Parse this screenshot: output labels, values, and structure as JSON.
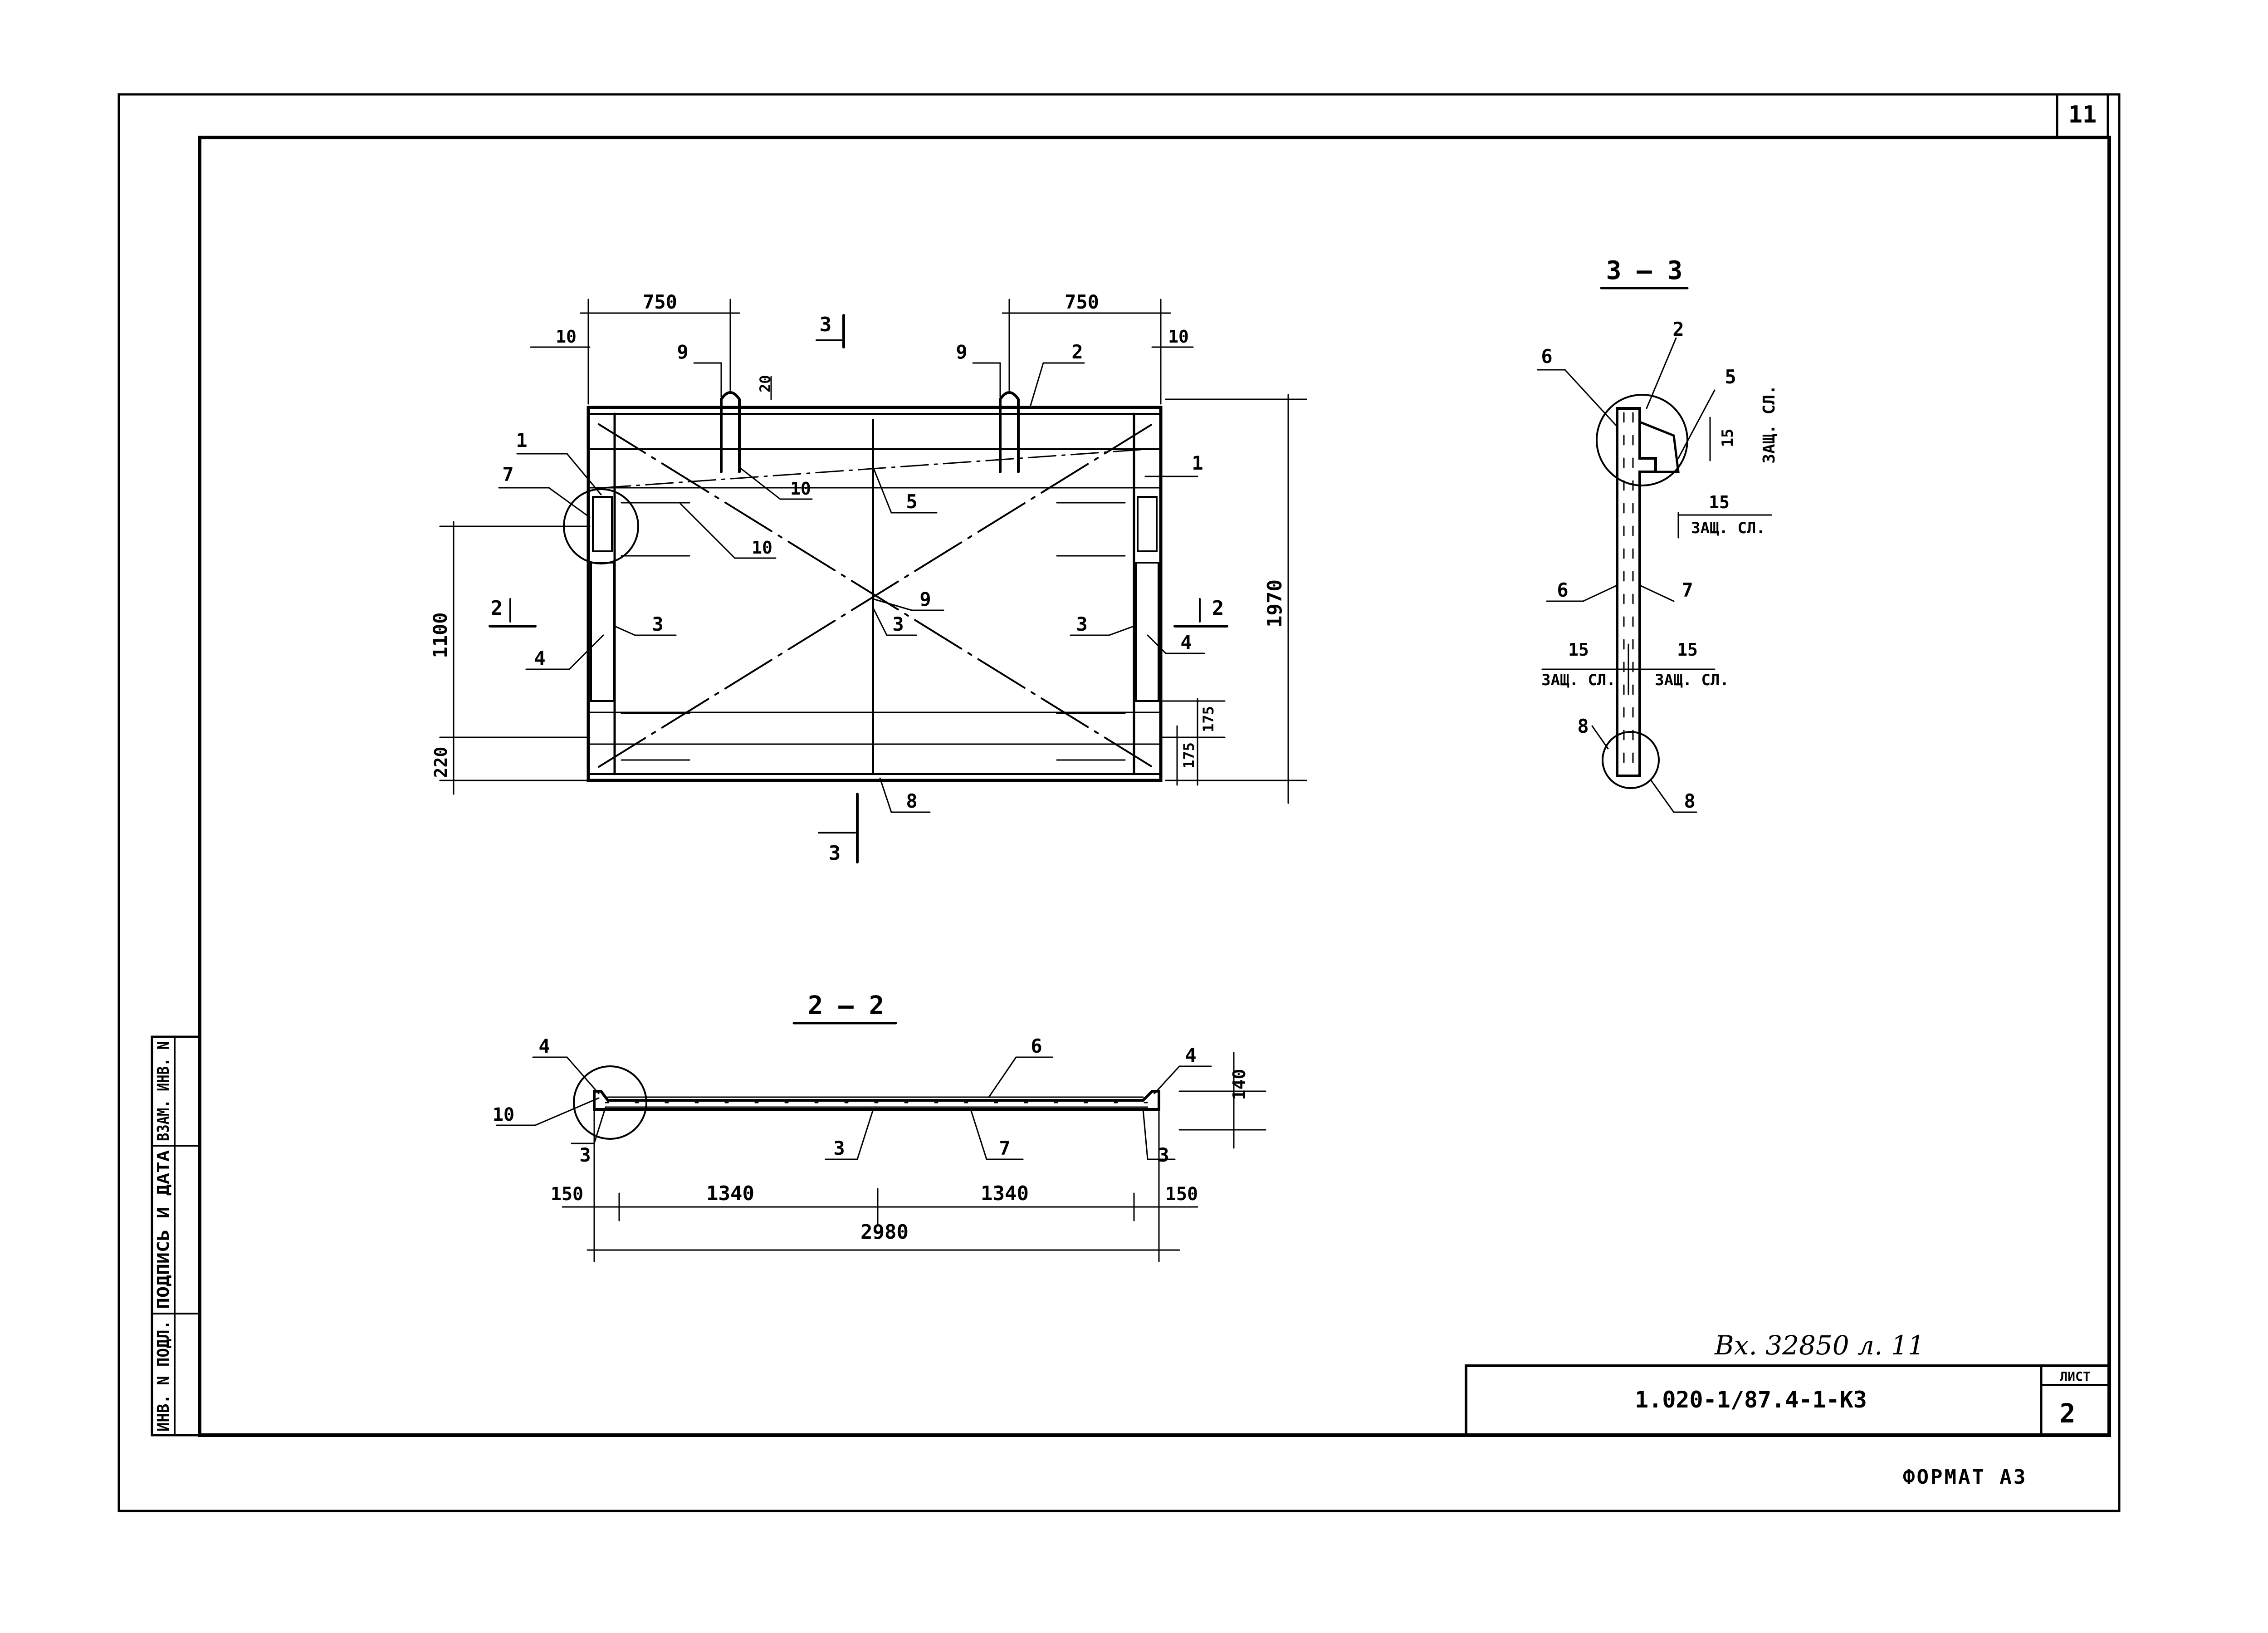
{
  "sheet": {
    "page_number": "11",
    "format_label": "ФОРМАТ А3",
    "handwritten_note": "Вх. 32850 л. 11",
    "title_block": {
      "document_code": "1.020-1/87.4-1-КЗ",
      "sheet_header": "ЛИСТ",
      "sheet_number": "2"
    },
    "side_stamp": [
      "ИНВ. N ПОДЛ.",
      "ПОДПИСЬ И ДАТА",
      "ВЗАМ. ИНВ. N"
    ]
  },
  "plan_view": {
    "dimensions": {
      "left_750": "750",
      "right_750": "750",
      "left_10": "10",
      "right_10": "10",
      "hook_20": "20",
      "height_1970": "1970",
      "height_1100": "1100",
      "bottom_220": "220",
      "right_175_a": "175",
      "right_175_b": "175"
    },
    "section_marks": {
      "top_3": "3",
      "bottom_3": "3",
      "left_2": "2",
      "right_2": "2"
    },
    "callouts": {
      "c1_left": "1",
      "c1_right": "1",
      "c7": "7",
      "c9_left": "9",
      "c9_right": "9",
      "c2": "2",
      "c10_top": "10",
      "c10_mid": "10",
      "c5": "5",
      "c9_center": "9",
      "c3_center": "3",
      "c3_left": "3",
      "c3_right": "3",
      "c4_left": "4",
      "c4_right": "4",
      "c8": "8"
    }
  },
  "section_2_2": {
    "title": "2 — 2",
    "dimensions": {
      "d150_left": "150",
      "d1340_left": "1340",
      "d1340_right": "1340",
      "d150_right": "150",
      "total_2980": "2980",
      "height_140": "140"
    },
    "callouts": {
      "c4_left": "4",
      "c4_right": "4",
      "c10": "10",
      "c6": "6",
      "c3_left": "3",
      "c3_center": "3",
      "c3_right": "3",
      "c7": "7"
    }
  },
  "section_3_3": {
    "title": "3 — 3",
    "callouts": {
      "c2": "2",
      "c6_top": "6",
      "c5": "5",
      "c6_mid": "6",
      "c7": "7",
      "c8_left": "8",
      "c8_right": "8"
    },
    "cover_labels": {
      "v15": "15",
      "v_text": "ЗАЩ. СЛ.",
      "h15_top": "15",
      "h_text_top": "ЗАЩ. СЛ.",
      "l15": "15",
      "l_text": "ЗАЩ. СЛ.",
      "r15": "15",
      "r_text": "ЗАЩ. СЛ."
    }
  }
}
